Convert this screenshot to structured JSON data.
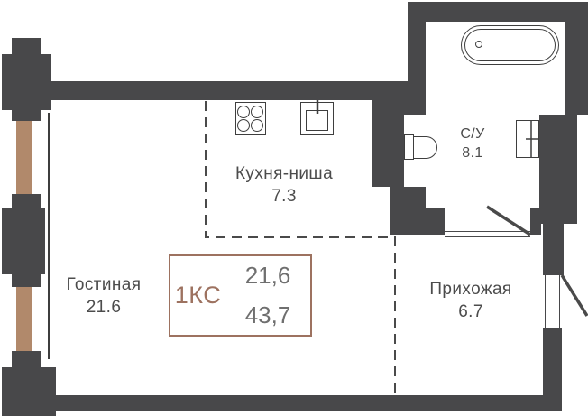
{
  "unit_card": {
    "type": "1КС",
    "area_top": "21,6",
    "area_bottom": "43,7"
  },
  "rooms": {
    "living": {
      "name": "Гостиная",
      "area": "21.6"
    },
    "kitchen": {
      "name": "Кухня-ниша",
      "area": "7.3"
    },
    "bathroom": {
      "name": "С/У",
      "area": "8.1"
    },
    "hallway": {
      "name": "Прихожая",
      "area": "6.7"
    }
  },
  "colors": {
    "wall": "#48484a",
    "window_frame": "#b1896b",
    "card_accent": "#9d7260",
    "card_number": "#6f6f6f",
    "label_text": "#4c4c4c",
    "fixture_line": "#3e3e3e"
  }
}
